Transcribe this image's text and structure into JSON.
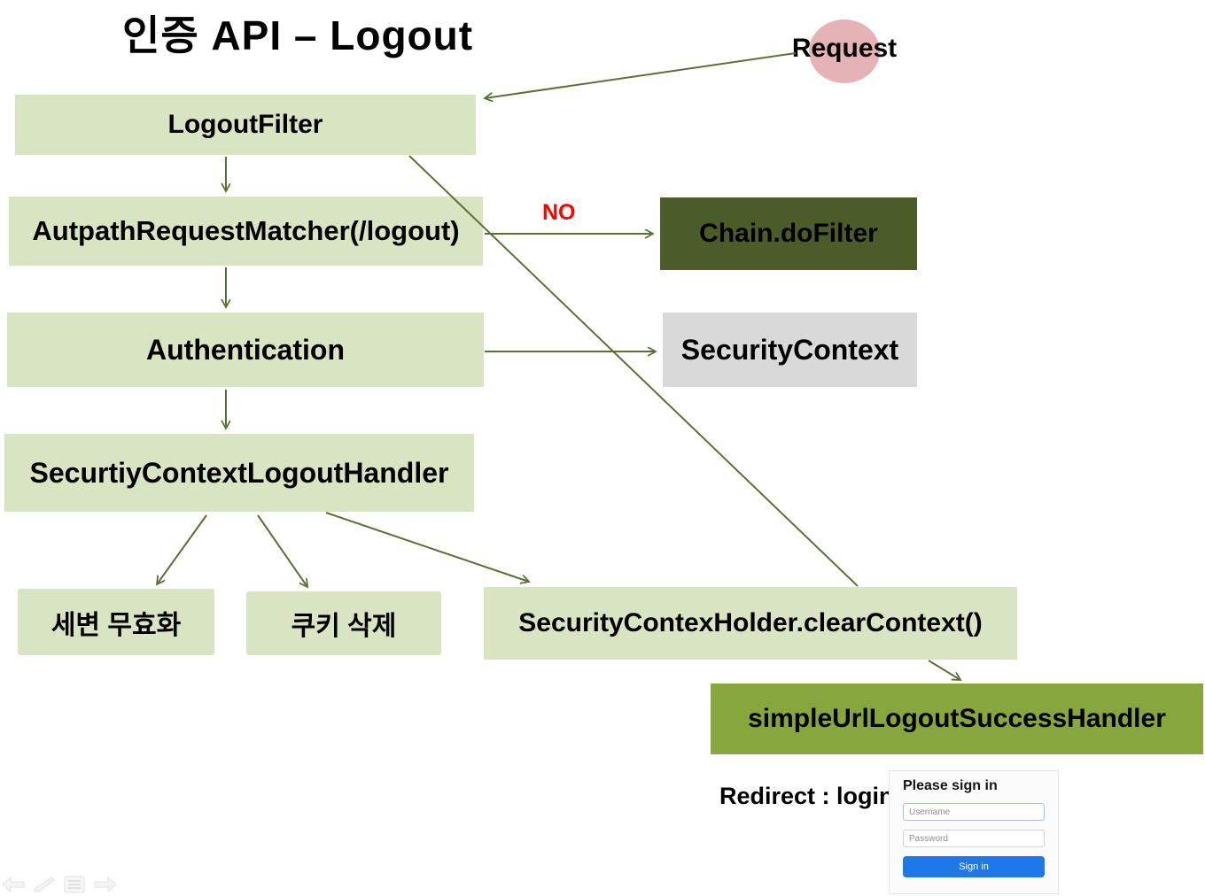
{
  "title": "인증 API – Logout",
  "request": {
    "label": "Request"
  },
  "nodes": {
    "logout_filter": "LogoutFilter",
    "matcher": "AutpathRequestMatcher(/logout)",
    "chain_dofilter": "Chain.doFilter",
    "authentication": "Authentication",
    "security_context": "SecurityContext",
    "logout_handler": "SecurtiyContextLogoutHandler",
    "session_invalidate": "세변 무효화",
    "cookie_delete": "쿠키 삭제",
    "clear_context": "SecurityContexHolder.clearContext()",
    "success_handler": "simpleUrlLogoutSuccessHandler"
  },
  "labels": {
    "no_branch": "NO",
    "redirect": "Redirect : login"
  },
  "login_form": {
    "heading": "Please sign in",
    "username_placeholder": "Username",
    "password_placeholder": "Password",
    "sign_in_label": "Sign in"
  },
  "icons": {
    "toolbar": [
      "back-arrow-icon",
      "pen-icon",
      "menu-icon",
      "forward-arrow-icon"
    ]
  },
  "colors": {
    "box_light_green": "#d8e4c2",
    "box_dark_green": "#4c5c28",
    "box_mid_green": "#87a63d",
    "box_gray": "#d9d9d9",
    "request_circle_pink": "#e5b3b6",
    "arrow_olive": "#5b7134",
    "no_label_red": "#ff0000",
    "sign_in_blue": "#1e78ea"
  }
}
